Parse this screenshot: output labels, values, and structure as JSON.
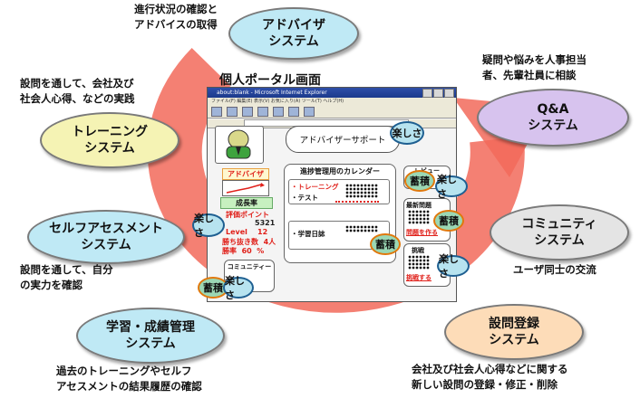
{
  "portal": {
    "title": "個人ポータル画面",
    "window_title": "about:blank - Microsoft Internet Explorer",
    "menu": "ファイル(F)  編集(E)  表示(V)  お気に入り(A)  ツール(T)  ヘルプ(H)",
    "advisor_support": "アドバイザーサポート",
    "advisor_tag": "アドバイザ",
    "growth_rate": "成長率",
    "eval_points_label": "評価ポイント",
    "eval_points_value": "5321",
    "level": "Level    12",
    "wins": "勝ち抜き数  4人",
    "win_rate": "勝率  60  %",
    "community": "コミュニティー",
    "calendar_title": "進捗管理用のカレンダー",
    "cal_training": "・トレーニング",
    "cal_test": "・テスト",
    "cal_diary": "・学習日誌",
    "review": "レビュー",
    "latest_question": "最新問題",
    "make_question": "問題を作る",
    "quiz_wins": "挑戦",
    "challenge": "挑戦する"
  },
  "badges": {
    "fun": "楽しさ",
    "store": "蓄積"
  },
  "systems": [
    {
      "title": "アドバイザ\nシステム",
      "note": "進行状況の確認と\nアドバイスの取得"
    },
    {
      "title": "Q&A\nシステム",
      "note": "疑問や悩みを人事担当\n者、先輩社員に相談"
    },
    {
      "title": "トレーニング\nシステム",
      "note": "設問を通して、会社及び\n社会人心得、などの実践"
    },
    {
      "title": "コミュニティ\nシステム",
      "note": "ユーザ同士の交流"
    },
    {
      "title": "セルフアセスメント\nシステム",
      "note": "設問を通して、自分\nの実力を確認"
    },
    {
      "title": "学習・成績管理\nシステム",
      "note": "過去のトレーニングやセルフ\nアセスメントの結果履歴の確認"
    },
    {
      "title": "設問登録\nシステム",
      "note": "会社及び社会人心得などに関する\n新しい設問の登録・修正・削除"
    }
  ],
  "colors": {
    "ring": "#f26a5a",
    "advisor": "#bfe9f5",
    "qa": "#d7c3ee",
    "training": "#f5f3b4",
    "community": "#e4e4e4",
    "self_assessment": "#bfe9f5",
    "learning": "#bfe9f5",
    "question_reg": "#fddcb8"
  }
}
